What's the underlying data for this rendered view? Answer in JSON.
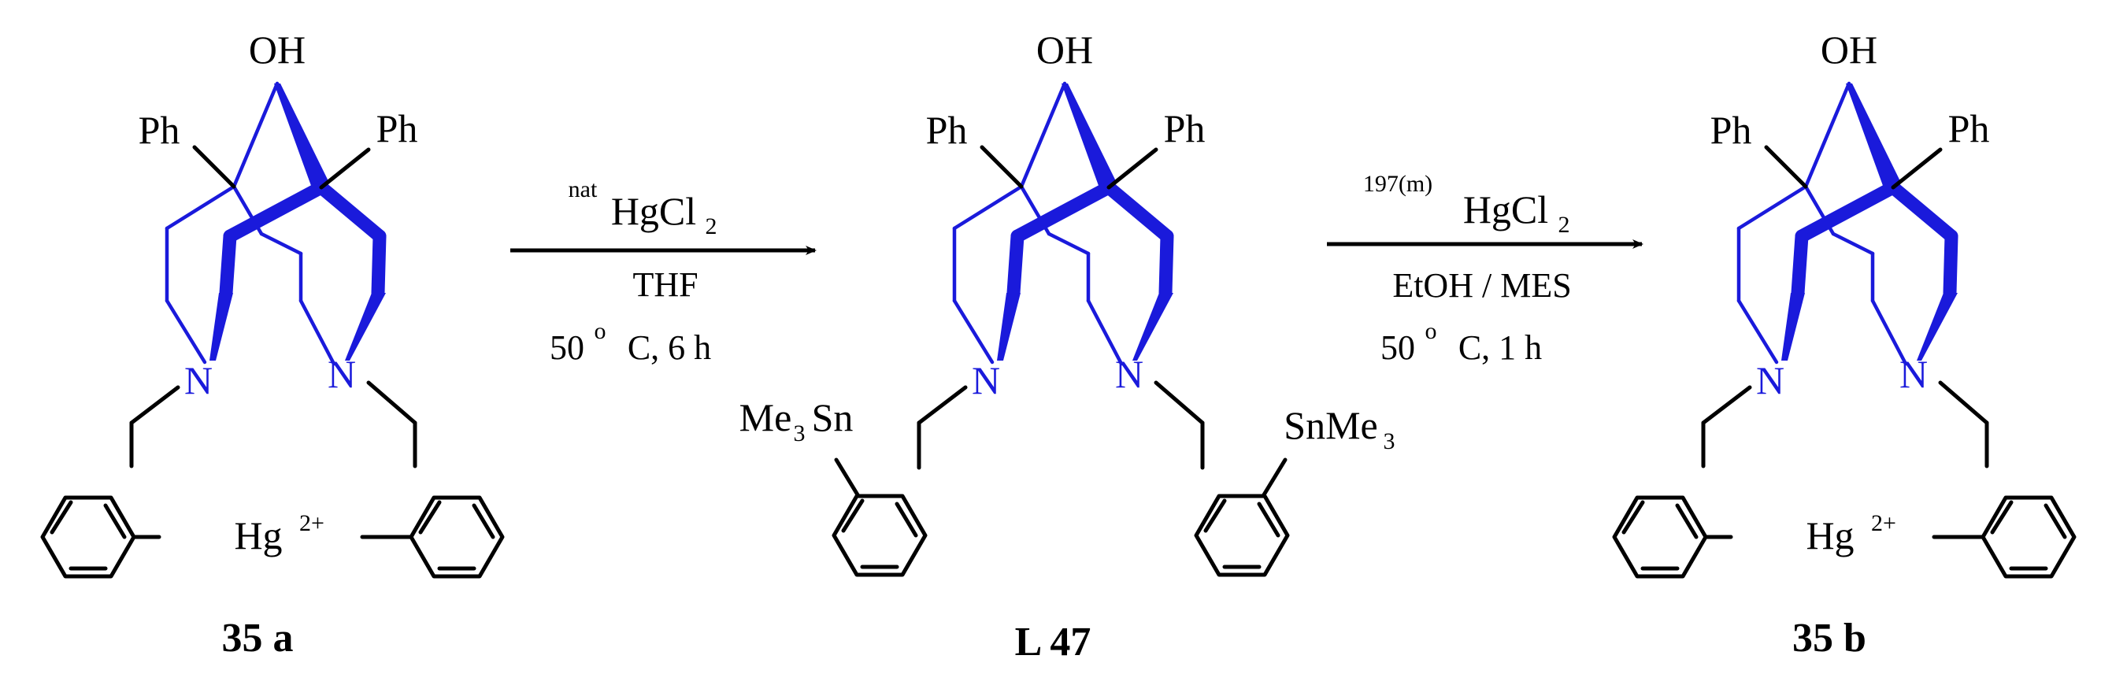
{
  "compounds": [
    {
      "id": "35 a",
      "oh": "OH",
      "ph_left": "Ph",
      "ph_right": "Ph",
      "n_left": "N",
      "n_right": "N",
      "metal": "Hg",
      "charge": "2+"
    },
    {
      "id": "L 47",
      "oh": "OH",
      "ph_left": "Ph",
      "ph_right": "Ph",
      "n_left": "N",
      "n_right": "N",
      "sn_left_a": "Me",
      "sn_left_sub": "3",
      "sn_left_b": "Sn",
      "sn_right_a": "SnMe",
      "sn_right_sub": "3"
    },
    {
      "id": "35 b",
      "oh": "OH",
      "ph_left": "Ph",
      "ph_right": "Ph",
      "n_left": "N",
      "n_right": "N",
      "metal": "Hg",
      "charge": "2+"
    }
  ],
  "reactions": [
    {
      "reagent_sup": "nat",
      "reagent_main": "HgCl",
      "reagent_sub": "2",
      "solvent": "THF",
      "temp_a": "50 ",
      "temp_sup": "o",
      "temp_b": "C, 6 h"
    },
    {
      "reagent_sup": "197(m)",
      "reagent_main": "HgCl",
      "reagent_sub": "2",
      "solvent": "EtOH / MES",
      "temp_a": "50 ",
      "temp_sup": "o",
      "temp_b": "C, 1 h"
    }
  ]
}
